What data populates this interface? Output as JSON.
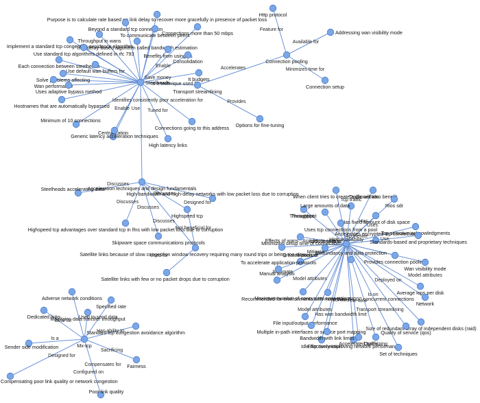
{
  "graph": {
    "nodes": [
      {
        "id": "steelheads",
        "label": "Steelheads"
      },
      {
        "id": "http",
        "label": "Http protocol"
      },
      {
        "id": "cpool",
        "label": "Connection pooling"
      },
      {
        "id": "awv",
        "label": "Addressing wan visibility mode"
      },
      {
        "id": "csetup",
        "label": "Connection setup"
      },
      {
        "id": "tstream",
        "label": "Transport streamlining"
      },
      {
        "id": "ftune",
        "label": "Options for fine-tuning"
      },
      {
        "id": "purpose",
        "label": "Purpose is to calculate rate based on link delay to recover more gracefully in presence of packet loss"
      },
      {
        "id": "beyond",
        "label": "Beyond a standard tcp connection"
      },
      {
        "id": "tocomm",
        "label": "To communicate between peers"
      },
      {
        "id": "c50",
        "label": "Connections more than 50 mbps"
      },
      {
        "id": "thrwan",
        "label": "Throughput in wans"
      },
      {
        "id": "impl",
        "label": "Implement a standard tcp congestion avoidance algorithm"
      },
      {
        "id": "delay",
        "label": "Use delay-based algorithm called bandwidth estimation"
      },
      {
        "id": "stdtcp",
        "label": "Use standard tcp algorithms defined in rfc 793"
      },
      {
        "id": "benefits",
        "label": "Benefits from using hs"
      },
      {
        "id": "consol",
        "label": "Consolidation"
      },
      {
        "id": "eachconn",
        "label": "Each connection between steelheads"
      },
      {
        "id": "wanbuf",
        "label": "Use default wan buffers for"
      },
      {
        "id": "solve",
        "label": "Solve problems affecting"
      },
      {
        "id": "wanperf",
        "label": "Wan performance"
      },
      {
        "id": "adbyp",
        "label": "Uses adaptive bypass method"
      },
      {
        "id": "hostnames",
        "label": "Hostnames that are automatically bypassed"
      },
      {
        "id": "min10",
        "label": "Minimum of 10 connections"
      },
      {
        "id": "central",
        "label": "Centralization"
      },
      {
        "id": "generic",
        "label": "Generic latency acceleration techniques"
      },
      {
        "id": "hilat",
        "label": "High latency links"
      },
      {
        "id": "going",
        "label": "Connections going to this address"
      },
      {
        "id": "itbudgets",
        "label": "It budgets"
      },
      {
        "id": "accel",
        "label": "Acceleration techniques and design fundamentals"
      },
      {
        "id": "sha",
        "label": "Steelheads accelerating data"
      },
      {
        "id": "hbhd",
        "label": "High-bandwidth and high-delay networks with low packet loss due to corruption"
      },
      {
        "id": "hstcp",
        "label": "Highspeed tcp"
      },
      {
        "id": "hstcpadv",
        "label": "Highspeed tcp advantages over standard tcp in lfns with low packet loss due to corruption"
      },
      {
        "id": "skip",
        "label": "Skipware space communications protocols"
      },
      {
        "id": "satslow",
        "label": "Satellite links because of slow congestion window recovery requiring many round trips or being too slow"
      },
      {
        "id": "satfew",
        "label": "Satellite links with few or no packet drops due to corruption"
      },
      {
        "id": "ha",
        "label": "High availability"
      },
      {
        "id": "whencli",
        "label": "When client tries to create a connection"
      },
      {
        "id": "trafben",
        "label": "Traffic will also benefit"
      },
      {
        "id": "tcptraf",
        "label": "Tcp traffic"
      },
      {
        "id": "rios",
        "label": "Rios sdr"
      },
      {
        "id": "through",
        "label": "Throughput"
      },
      {
        "id": "largeamt",
        "label": "Large amounts of data"
      },
      {
        "id": "hasfixed",
        "label": "Has fixed amount of disk space"
      },
      {
        "id": "selack",
        "label": "Tcp selective acknowledgments"
      },
      {
        "id": "uses5",
        "label": "Uses tcp connections from a pool"
      },
      {
        "id": "aenc",
        "label": "Accelerates encrypted tcp connection"
      },
      {
        "id": "minset",
        "label": "Minimizing setup time of connection"
      },
      {
        "id": "stdprop",
        "label": "Standards-based and proprietary techniques"
      },
      {
        "id": "effwans",
        "label": "Effects of wans"
      },
      {
        "id": "provconn",
        "label": "Provides connection pooling"
      },
      {
        "id": "wvm",
        "label": "Wan visibility mode"
      },
      {
        "id": "adds",
        "label": "Adds benefit to"
      },
      {
        "id": "cpools",
        "label": "Creates pools of"
      },
      {
        "id": "redund",
        "label": "Redundancy and data protection"
      },
      {
        "id": "toaccapp",
        "label": "To accelerate application protocols"
      },
      {
        "id": "manavail",
        "label": "Manual analysis"
      },
      {
        "id": "env64",
        "label": "Recommended for environments with more than 64000 concurrent connections"
      },
      {
        "id": "maxcc",
        "label": "Maximum number of concurrent connections"
      },
      {
        "id": "avgiops",
        "label": "Average iops per disk"
      },
      {
        "id": "network",
        "label": "Network"
      },
      {
        "id": "fileio",
        "label": "File input/output performance"
      },
      {
        "id": "mipath",
        "label": "Multiple in-path interfaces or service port mapping"
      },
      {
        "id": "raid",
        "label": "Size of redundant array of independent disks (raid)"
      },
      {
        "id": "qos",
        "label": "Quality of service (qos)"
      },
      {
        "id": "idle",
        "label": "Idle tcp connection"
      },
      {
        "id": "effnet",
        "label": "Effectively improving network performance"
      },
      {
        "id": "dedup",
        "label": "Optimizing"
      },
      {
        "id": "bwlim",
        "label": "Bandwidth with link limits"
      },
      {
        "id": "acctraf",
        "label": "Accelerated traffic"
      },
      {
        "id": "settech",
        "label": "Set of techniques"
      },
      {
        "id": "mxtcp",
        "label": "Mx-tcp"
      },
      {
        "id": "advnet",
        "label": "Adverse network conditions"
      },
      {
        "id": "specrate",
        "label": "Specified rate"
      },
      {
        "id": "dedlinks",
        "label": "Dedicated links"
      },
      {
        "id": "maint",
        "label": "Maintains data transfer throughput"
      },
      {
        "id": "sendside",
        "label": "Sender side modification"
      },
      {
        "id": "stdcong",
        "label": "Standard tcp congestion avoidance algorithm"
      },
      {
        "id": "fairness",
        "label": "Fairness"
      },
      {
        "id": "compens",
        "label": "Compensating poor link quality or network congestion"
      },
      {
        "id": "poorlq",
        "label": "Poor link quality"
      }
    ],
    "edge_labels": [
      {
        "id": "e1",
        "text": "Feature for"
      },
      {
        "id": "e2",
        "text": "Available for"
      },
      {
        "id": "e3",
        "text": "Minimizes time for"
      },
      {
        "id": "e4",
        "text": "Accelerates"
      },
      {
        "id": "e5",
        "text": "Provides"
      },
      {
        "id": "e6",
        "text": "Is a technique used by"
      },
      {
        "id": "e7",
        "text": "Save money"
      },
      {
        "id": "e8",
        "text": "Enable"
      },
      {
        "id": "e9",
        "text": "Identifies consistently poor acceleration for"
      },
      {
        "id": "e10",
        "text": "Tuned for"
      },
      {
        "id": "e11",
        "text": "Enable"
      },
      {
        "id": "e12",
        "text": "Use"
      },
      {
        "id": "e13",
        "text": "Discusses"
      },
      {
        "id": "e14",
        "text": "Discusses"
      },
      {
        "id": "e15",
        "text": "Discusses"
      },
      {
        "id": "e16",
        "text": "Discusses"
      },
      {
        "id": "e17",
        "text": "Discusses"
      },
      {
        "id": "e18",
        "text": "Designed for"
      },
      {
        "id": "e19",
        "text": "Not beneficial for"
      },
      {
        "id": "e20",
        "text": "Used for"
      },
      {
        "id": "e21",
        "text": "Throughput"
      },
      {
        "id": "e22",
        "text": "Accelerate"
      },
      {
        "id": "e23",
        "text": "Maximize"
      },
      {
        "id": "e24",
        "text": "Mitigate"
      },
      {
        "id": "e25",
        "text": "Automate"
      },
      {
        "id": "e26",
        "text": "Model attributes"
      },
      {
        "id": "e27",
        "text": "Model attributes"
      },
      {
        "id": "e28",
        "text": "Model attributes"
      },
      {
        "id": "e29",
        "text": "Deployed on"
      },
      {
        "id": "e30",
        "text": "Is on"
      },
      {
        "id": "e31",
        "text": "Monitor"
      },
      {
        "id": "e32",
        "text": "Fine tune"
      },
      {
        "id": "e33",
        "text": "Has wan bandwidth limit"
      },
      {
        "id": "e34",
        "text": "Transport streamlining"
      },
      {
        "id": "e35",
        "text": "Use"
      },
      {
        "id": "e36",
        "text": "Uses"
      },
      {
        "id": "e37",
        "text": "Ideal for"
      },
      {
        "id": "e38",
        "text": "Used to send data"
      },
      {
        "id": "e39",
        "text": "Has ability to"
      },
      {
        "id": "e40",
        "text": "Is a"
      },
      {
        "id": "e41",
        "text": "Designed for"
      },
      {
        "id": "e42",
        "text": "Sacrificing"
      },
      {
        "id": "e43",
        "text": "Compensates for"
      },
      {
        "id": "e44",
        "text": "Configured on"
      },
      {
        "id": "e45",
        "text": "Accelerate criteria"
      },
      {
        "id": "e46",
        "text": "Has"
      }
    ]
  }
}
